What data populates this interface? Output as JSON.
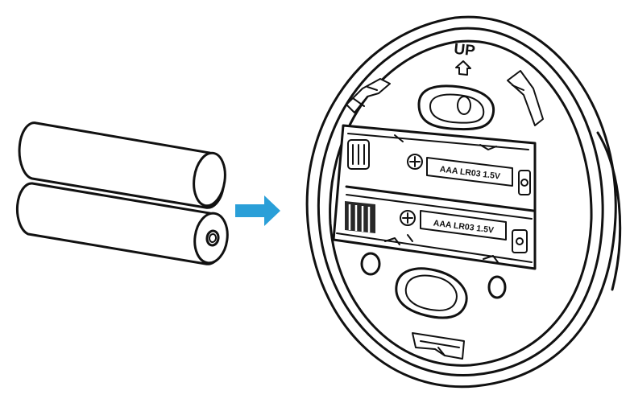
{
  "thermostat": {
    "orientation_label": "UP",
    "battery_slot_top_label": "AAA LR03 1.5V",
    "battery_slot_bottom_label": "AAA LR03 1.5V"
  },
  "arrow": {
    "color": "#2a9fd8",
    "icon": "arrow-right-icon"
  },
  "batteries": {
    "count": 2,
    "type_icon": "aaa-battery-icon"
  }
}
